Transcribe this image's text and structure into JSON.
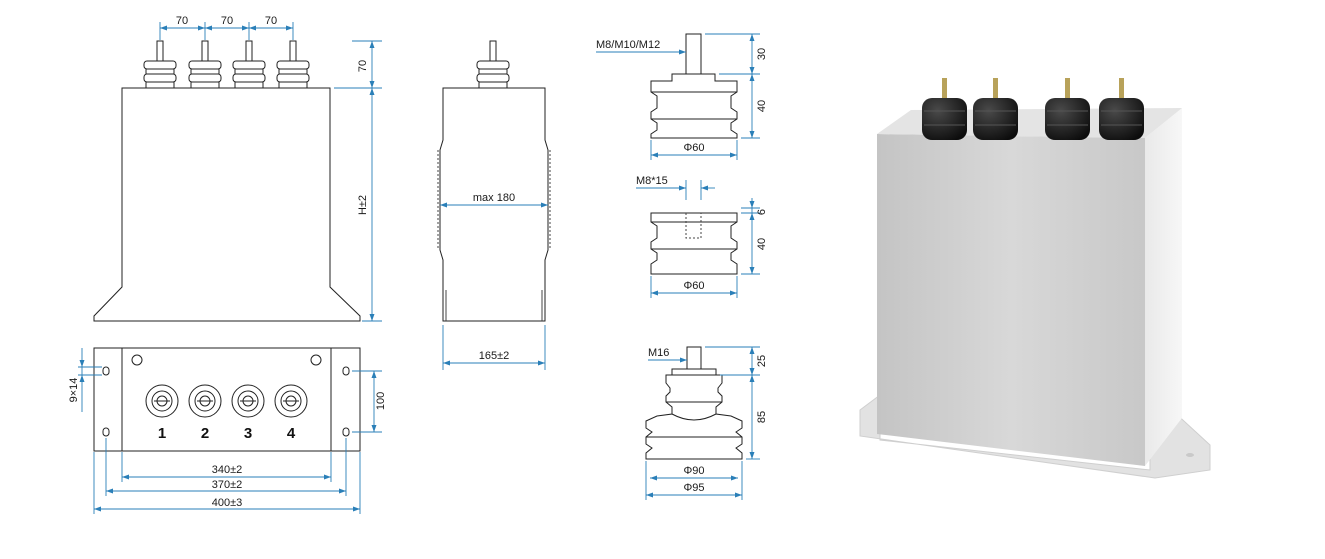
{
  "front_view": {
    "pitch_labels": [
      "70",
      "70",
      "70"
    ],
    "terminal_height_label": "70",
    "height_label": "H±2"
  },
  "side_view": {
    "thickness_max_label": "max 180",
    "depth_label": "165±2"
  },
  "top_view": {
    "slot_label": "9×14",
    "mount_hole_spacing_label": "100",
    "terminal_numbers": [
      "1",
      "2",
      "3",
      "4"
    ],
    "width_labels": [
      "340±2",
      "370±2",
      "400±3"
    ]
  },
  "terminal_a": {
    "thread_label": "M8/M10/M12",
    "stud_height_label": "30",
    "insulator_height_label": "40",
    "diameter_label": "Φ60"
  },
  "terminal_b": {
    "thread_label": "M8*15",
    "offset_label": "6",
    "insulator_height_label": "40",
    "diameter_label": "Φ60"
  },
  "terminal_c": {
    "thread_label": "M16",
    "stud_height_label": "25",
    "insulator_height_label": "85",
    "inner_diameter_label": "Φ90",
    "outer_diameter_label": "Φ95"
  },
  "photo": {
    "body_color": "#c9c9c9",
    "insulator_color": "#1a1a1a",
    "stud_color": "#b8a25a"
  }
}
